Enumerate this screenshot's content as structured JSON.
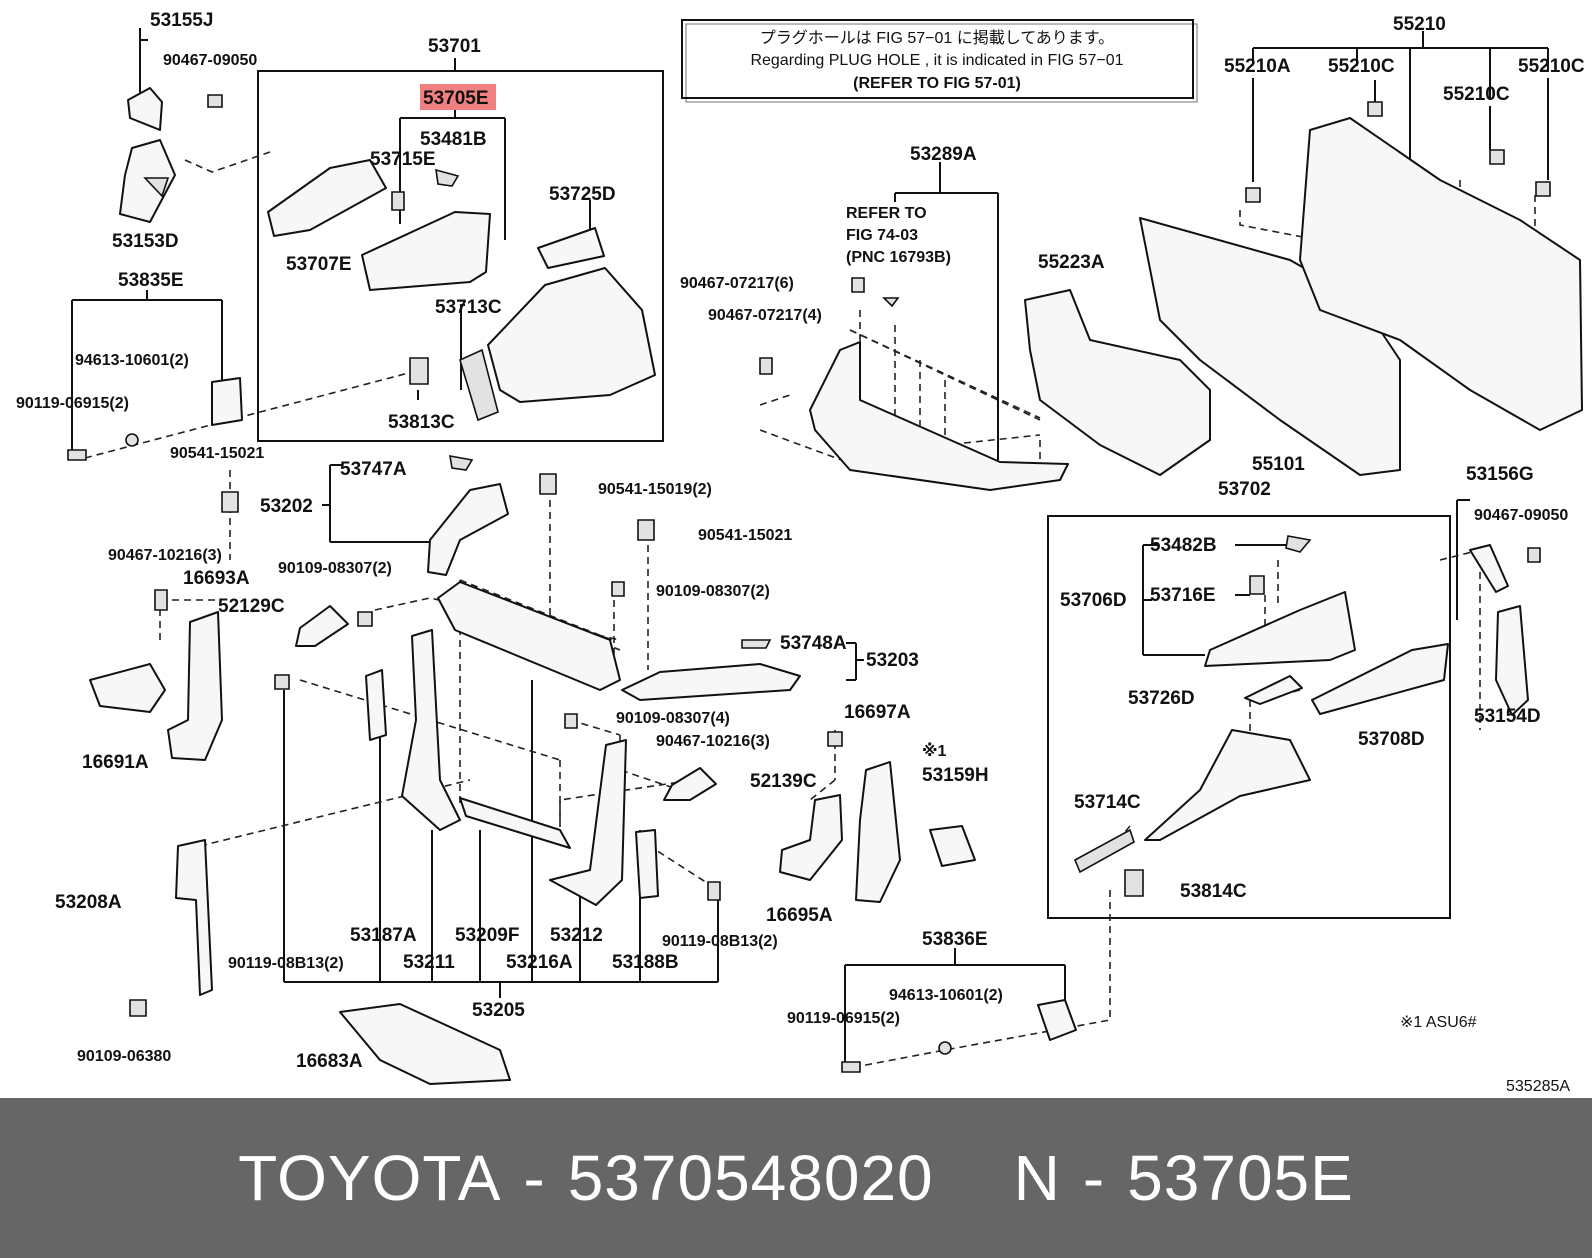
{
  "highlight_color": "#f08080",
  "footer": {
    "brand": "TOYOTA",
    "sep1": "-",
    "part_number": "5370548020",
    "code_prefix": "N",
    "sep2": "-",
    "code": "53705E"
  },
  "note": {
    "line1": "プラグホールは FIG 57−01 に掲載してあります。",
    "line2": "Regarding PLUG HOLE , it is indicated in FIG 57−01",
    "line3": "(REFER TO FIG 57-01)"
  },
  "refer": {
    "line1": "REFER TO",
    "line2": "FIG 74-03",
    "line3": "(PNC 16793B)"
  },
  "footnote": "※1 ASU6#",
  "marker": "※1",
  "diagram_id": "535285A",
  "labels": {
    "p53155J": "53155J",
    "p90467_09050_l": "90467-09050",
    "p53153D": "53153D",
    "p53835E": "53835E",
    "p94613_l": "94613-10601(2)",
    "p90119_06915_l": "90119-06915(2)",
    "p90541_15021_l": "90541-15021",
    "p90467_10216_l": "90467-10216(3)",
    "p16693A": "16693A",
    "p16691A": "16691A",
    "p53208A": "53208A",
    "p90109_06380": "90109-06380",
    "p16683A": "16683A",
    "p53701": "53701",
    "p53705E": "53705E",
    "p53481B": "53481B",
    "p53715E": "53715E",
    "p53725D": "53725D",
    "p53707E": "53707E",
    "p53713C": "53713C",
    "p53813C": "53813C",
    "p53747A": "53747A",
    "p53202": "53202",
    "p90109_08307_a": "90109-08307(2)",
    "p52129C": "52129C",
    "p90541_15019": "90541-15019(2)",
    "p90541_15021_r": "90541-15021",
    "p90109_08307_b": "90109-08307(2)",
    "p53748A": "53748A",
    "p53203": "53203",
    "p90109_08307_c": "90109-08307(4)",
    "p90467_10216_m": "90467-10216(3)",
    "p52139C": "52139C",
    "p16697A": "16697A",
    "p53159H": "53159H",
    "p16695A": "16695A",
    "p53187A": "53187A",
    "p53209F": "53209F",
    "p53212": "53212",
    "p90119_08B13_r": "90119-08B13(2)",
    "p90119_08B13_l": "90119-08B13(2)",
    "p53211": "53211",
    "p53216A": "53216A",
    "p53188B": "53188B",
    "p53205": "53205",
    "p53289A": "53289A",
    "p90467_07217_6": "90467-07217(6)",
    "p90467_07217_4": "90467-07217(4)",
    "p55223A": "55223A",
    "p55101": "55101",
    "p55210": "55210",
    "p55210A": "55210A",
    "p55210C_1": "55210C",
    "p55210C_2": "55210C",
    "p55210C_3": "55210C",
    "p53156G": "53156G",
    "p90467_09050_r": "90467-09050",
    "p53154D": "53154D",
    "p53702": "53702",
    "p53482B": "53482B",
    "p53706D": "53706D",
    "p53716E": "53716E",
    "p53726D": "53726D",
    "p53708D": "53708D",
    "p53714C": "53714C",
    "p53814C": "53814C",
    "p53836E": "53836E",
    "p94613_r": "94613-10601(2)",
    "p90119_06915_r": "90119-06915(2)"
  }
}
